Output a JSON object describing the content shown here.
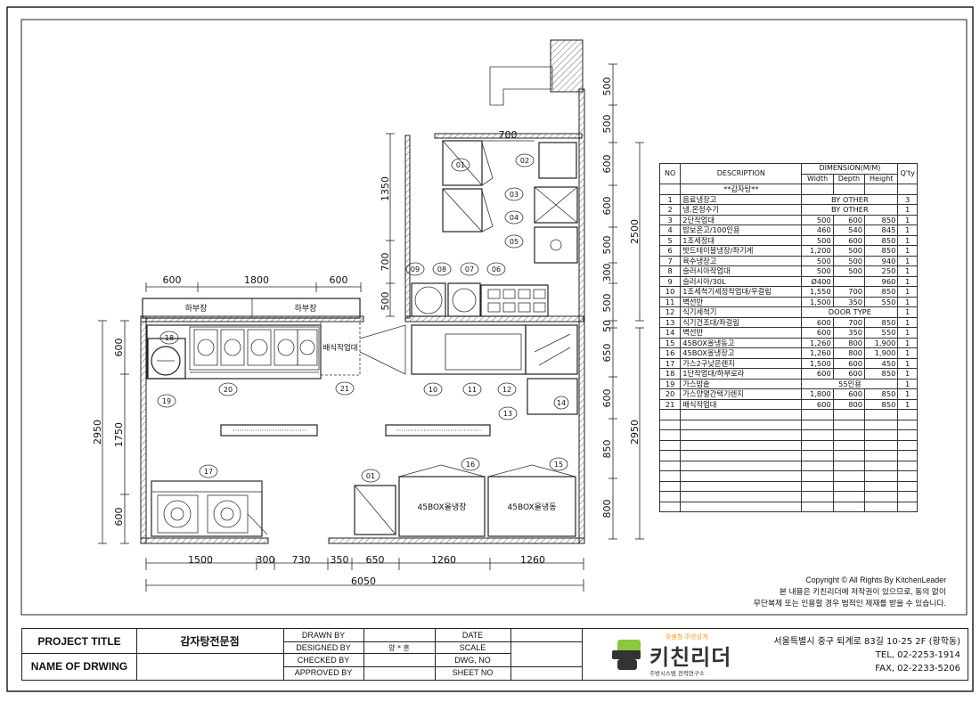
{
  "plan": {
    "dims_top": [
      "600",
      "1800",
      "600"
    ],
    "dims_bottom": [
      "1500",
      "300",
      "730",
      "350",
      "650",
      "1260",
      "1260"
    ],
    "dim_total_bottom": "6050",
    "dims_left_outer": "2950",
    "dims_left_inner": [
      "600",
      "1750",
      "600"
    ],
    "dims_mid_vertical": [
      "1350",
      "700",
      "500"
    ],
    "dim_700_top": "700",
    "dims_right": [
      "500",
      "500",
      "600",
      "600",
      "500",
      "300",
      "500",
      "50",
      "650",
      "600",
      "850",
      "800"
    ],
    "dim_right_2500": "2500",
    "dim_right_2950": "2950",
    "labels": {
      "hb1": "하부장",
      "hb2": "하부장",
      "serving": "배식작업대",
      "box16": "45BOX올냉장",
      "box15": "45BOX올냉동"
    },
    "callouts": [
      "01",
      "02",
      "03",
      "04",
      "05",
      "06",
      "07",
      "08",
      "09",
      "10",
      "11",
      "12",
      "13",
      "14",
      "15",
      "16",
      "17",
      "18",
      "19",
      "20",
      "21",
      "01"
    ]
  },
  "table": {
    "headers": {
      "no": "NO",
      "desc": "DESCRIPTION",
      "dim": "DIMENSION(M/M)",
      "w": "Width",
      "d": "Depth",
      "h": "Height",
      "q": "Q'ty"
    },
    "section": "**감자탕**",
    "rows": [
      {
        "no": "1",
        "desc": "음료냉장고",
        "w": "",
        "d": "BY OTHER",
        "h": "",
        "q": "3"
      },
      {
        "no": "2",
        "desc": "냉,온정수기",
        "w": "",
        "d": "BY OTHER",
        "h": "",
        "q": "1"
      },
      {
        "no": "3",
        "desc": "2단작업대",
        "w": "500",
        "d": "600",
        "h": "850",
        "q": "1"
      },
      {
        "no": "4",
        "desc": "밥보온고/100인용",
        "w": "460",
        "d": "540",
        "h": "845",
        "q": "1"
      },
      {
        "no": "5",
        "desc": "1조세정대",
        "w": "500",
        "d": "600",
        "h": "850",
        "q": "1"
      },
      {
        "no": "6",
        "desc": "밧드테이블냉장/좌기게",
        "w": "1,200",
        "d": "500",
        "h": "850",
        "q": "1"
      },
      {
        "no": "7",
        "desc": "육수냉장고",
        "w": "500",
        "d": "500",
        "h": "940",
        "q": "1"
      },
      {
        "no": "8",
        "desc": "슬러시아작업대",
        "w": "500",
        "d": "500",
        "h": "250",
        "q": "1"
      },
      {
        "no": "9",
        "desc": "슬러시아/30L",
        "w": "Ø400",
        "d": "",
        "h": "960",
        "q": "1"
      },
      {
        "no": "10",
        "desc": "1조세척기세정작업대/우걸림",
        "w": "1,550",
        "d": "700",
        "h": "850",
        "q": "1"
      },
      {
        "no": "11",
        "desc": "벽선반",
        "w": "1,500",
        "d": "350",
        "h": "550",
        "q": "1"
      },
      {
        "no": "12",
        "desc": "식기세척기",
        "w": "",
        "d": "DOOR TYPE",
        "h": "",
        "q": "1"
      },
      {
        "no": "13",
        "desc": "식기건조대/좌걸림",
        "w": "600",
        "d": "700",
        "h": "850",
        "q": "1"
      },
      {
        "no": "14",
        "desc": "벽선반",
        "w": "600",
        "d": "350",
        "h": "550",
        "q": "1"
      },
      {
        "no": "15",
        "desc": "45BOX올냉동고",
        "w": "1,260",
        "d": "800",
        "h": "1,900",
        "q": "1"
      },
      {
        "no": "16",
        "desc": "45BOX올냉장고",
        "w": "1,260",
        "d": "800",
        "h": "1,900",
        "q": "1"
      },
      {
        "no": "17",
        "desc": "가스2구낮은렌지",
        "w": "1,500",
        "d": "600",
        "h": "450",
        "q": "1"
      },
      {
        "no": "18",
        "desc": "1단작업대/하부로라",
        "w": "600",
        "d": "600",
        "h": "850",
        "q": "1"
      },
      {
        "no": "19",
        "desc": "가스밥솥",
        "w": "",
        "d": "55인용",
        "h": "",
        "q": "1"
      },
      {
        "no": "20",
        "desc": "가스양열간택기렌지",
        "w": "1,800",
        "d": "600",
        "h": "850",
        "q": "1"
      },
      {
        "no": "21",
        "desc": "배식작업대",
        "w": "600",
        "d": "800",
        "h": "850",
        "q": "1"
      }
    ]
  },
  "copyright": {
    "line1": "Copyright © All Rights By KitchenLeader",
    "line2": "본 내용은 키친리더에 저작권이 있으므로, 동의 없이",
    "line3": "무단복제 또는 인용할 경우 법적인 제재를 받을 수 있습니다."
  },
  "titleblock": {
    "project_title_label": "PROJECT TITLE",
    "project_title": "감자탕전문점",
    "name_label": "NAME OF DRWING",
    "drawn_by": "DRAWN BY",
    "designed_by": "DESIGNED BY",
    "designer": "양 * 훈",
    "checked_by": "CHECKED BY",
    "approved_by": "APPROVED BY",
    "date": "DATE",
    "scale": "SCALE",
    "dwg_no": "DWG, NO",
    "sheet_no": "SHEET NO",
    "logo_tag": "맞춤형 주방설계",
    "logo_name": "키친리더",
    "logo_sub": "주방시스템 전략연구소",
    "address": "서울특별시 중구 퇴계로 83길 10-25 2F (황학동)",
    "tel": "TEL, 02-2253-1914",
    "fax": "FAX, 02-2233-5206"
  },
  "colors": {
    "logo_green": "#8dc63f",
    "logo_dark": "#333333",
    "logo_orange": "#f7a21b"
  }
}
